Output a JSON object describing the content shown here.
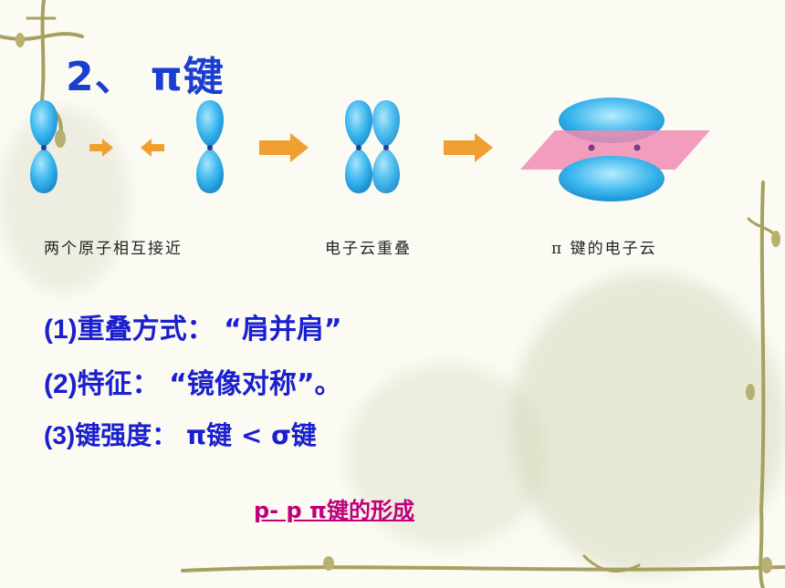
{
  "title": "2、 π键",
  "captions": {
    "approach": "两个原子相互接近",
    "overlap": "电子云重叠",
    "pi_cloud": "π 键的电子云"
  },
  "points": [
    {
      "num": "(1)",
      "text": "重叠方式： “肩并肩”"
    },
    {
      "num": "(2)",
      "text": "特征： “镜像对称”。"
    },
    {
      "num": "(3)",
      "text": "键强度： π键 <  σ键"
    }
  ],
  "link": "p- p π键的形成",
  "colors": {
    "title": "#1a3fd0",
    "text": "#1a1fd0",
    "link": "#c0007a",
    "orbital": "#3ab6ee",
    "arrow": "#f0a030",
    "plane": "#f08cb4"
  }
}
